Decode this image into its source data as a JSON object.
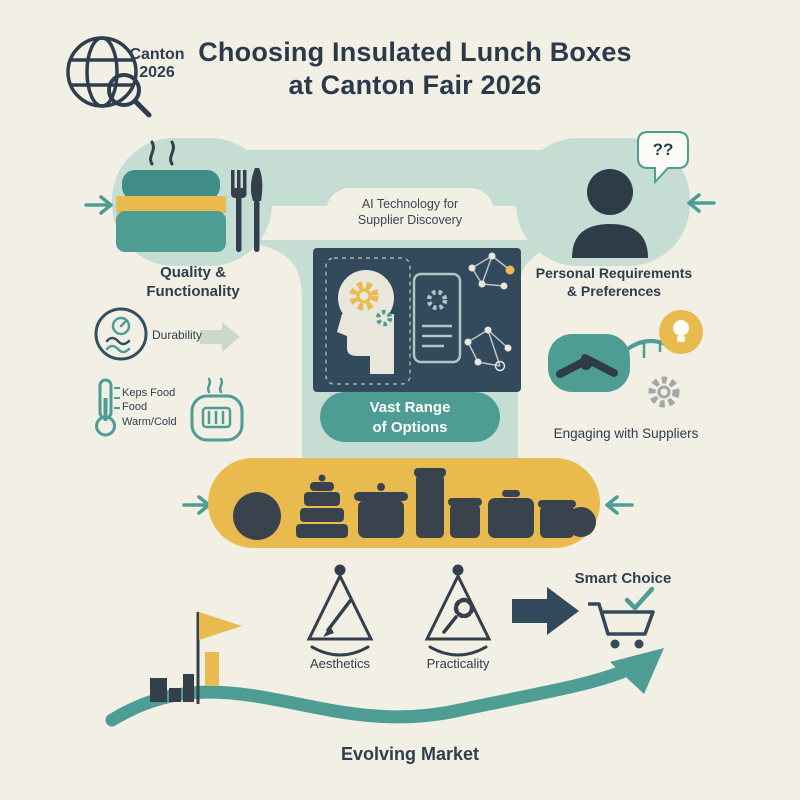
{
  "colors": {
    "background": "#f2efe4",
    "teal": "#4e9d95",
    "light_teal": "#c6ddd4",
    "dark_panel": "#324a5c",
    "yellow": "#e9ba4e",
    "text_dark": "#2f3e4e"
  },
  "header": {
    "brand": "Canton\n2026",
    "title": "Choosing Insulated Lunch Boxes\nat Canton Fair 2026"
  },
  "left_branch": {
    "heading": "Quality &\nFunctionality",
    "durability": "Durability",
    "keeps_food": "Keps Food\nFood\nWarm/Cold"
  },
  "center": {
    "ai_label": "AI Technology for\nSupplier Discovery",
    "options_pill": "Vast Range\nof Options"
  },
  "right_branch": {
    "question_marks": "??",
    "heading": "Personal Requirements\n& Preferences",
    "engaging": "Engaging with Suppliers"
  },
  "bottom": {
    "aesthetics": "Aesthetics",
    "practicality": "Practicality",
    "smart_choice": "Smart Choice",
    "evolving_market": "Evolving Market"
  }
}
